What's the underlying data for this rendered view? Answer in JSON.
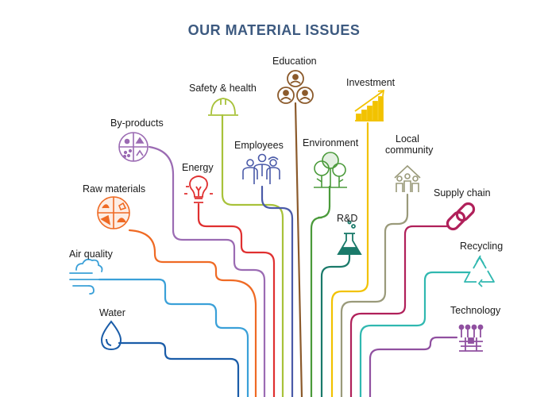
{
  "title": "OUR MATERIAL ISSUES",
  "issues": {
    "education": "Education",
    "investment": "Investment",
    "safety": "Safety & health",
    "byproducts": "By-products",
    "employees": "Employees",
    "environment": "Environment",
    "local_line1": "Local",
    "local_line2": "community",
    "energy": "Energy",
    "raw": "Raw materials",
    "supply": "Supply chain",
    "rnd": "R&D",
    "recycling": "Recycling",
    "air": "Air quality",
    "water": "Water",
    "technology": "Technology"
  },
  "colors": {
    "title": "#3d5a80",
    "education": "#8b5a2b",
    "investment": "#f2c200",
    "safety": "#a8c23a",
    "byproducts": "#9b6bb3",
    "employees": "#4a5aa8",
    "environment": "#4a9a3a",
    "local": "#9a9a7a",
    "energy": "#e03030",
    "raw": "#ef6a24",
    "supply": "#b0205a",
    "rnd": "#1a7a6a",
    "recycling": "#30b8b0",
    "air": "#3aa0d8",
    "water": "#1a5ca8",
    "technology": "#9050a0"
  },
  "icons": [
    "education-people-icon",
    "investment-bar-chart-icon",
    "hard-hat-icon",
    "byproducts-circle-icon",
    "employees-group-icon",
    "trees-icon",
    "community-house-icon",
    "light-bulb-icon",
    "raw-materials-circle-icon",
    "chain-link-icon",
    "flask-icon",
    "recycle-icon",
    "air-wind-icon",
    "water-drop-icon",
    "robot-arm-icon"
  ]
}
